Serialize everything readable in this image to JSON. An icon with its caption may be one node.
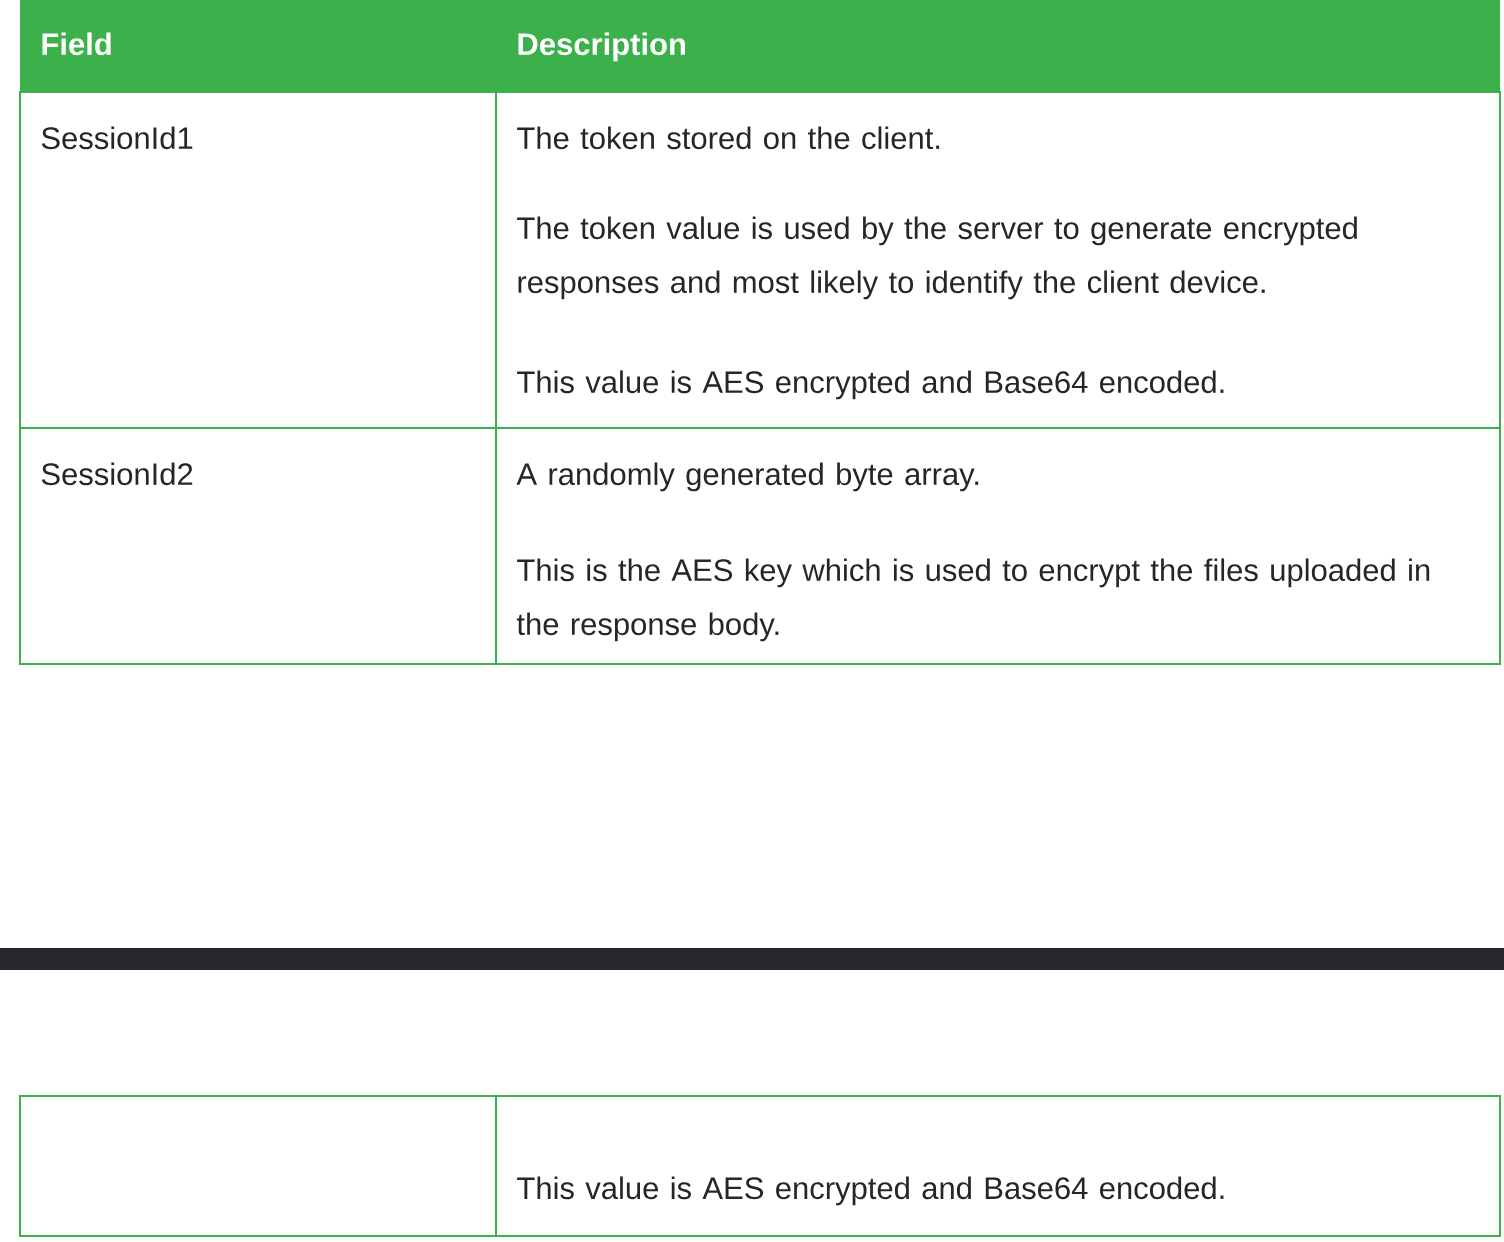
{
  "diagram": {
    "labels": [
      "Field",
      "Description",
      "SessionId1",
      "The token stored on the client.",
      "The token value is used by the server to generate encrypted responses and most likely to identify the client device.",
      "This value is AES encrypted and Base64 encoded.",
      "SessionId2",
      "A randomly generated byte array.",
      "This is the AES key which is used to encrypt the files uploaded in the response body.",
      "This value is AES encrypted and Base64 encoded."
    ]
  }
}
